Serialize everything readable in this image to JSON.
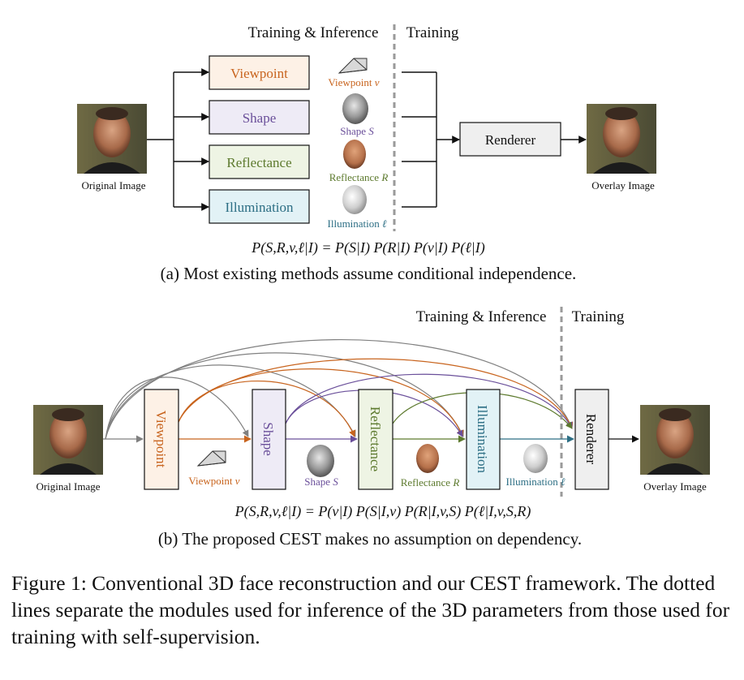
{
  "panel_a": {
    "header_left": "Training & Inference",
    "header_right": "Training",
    "input_label": "Original Image",
    "output_label": "Overlay Image",
    "modules": [
      "Viewpoint",
      "Shape",
      "Reflectance",
      "Illumination"
    ],
    "renderer": "Renderer",
    "param_names": [
      "Viewpoint",
      "Shape",
      "Reflectance",
      "Illumination"
    ],
    "param_symbols": [
      "v",
      "S",
      "R",
      "ℓ"
    ],
    "equation": "P(S,R,v,ℓ|I) = P(S|I) P(R|I) P(v|I) P(ℓ|I)",
    "subcaption": "(a) Most existing methods assume conditional independence."
  },
  "panel_b": {
    "header_left": "Training & Inference",
    "header_right": "Training",
    "input_label": "Original Image",
    "output_label": "Overlay Image",
    "modules": [
      "Viewpoint",
      "Shape",
      "Reflectance",
      "Illumination"
    ],
    "renderer": "Renderer",
    "param_names": [
      "Viewpoint",
      "Shape",
      "Reflectance",
      "Illumination"
    ],
    "param_symbols": [
      "v",
      "S",
      "R",
      "ℓ"
    ],
    "equation": "P(S,R,v,ℓ|I) = P(v|I) P(S|I,v) P(R|I,v,S) P(ℓ|I,v,S,R)",
    "subcaption": "(b) The proposed CEST makes no assumption on dependency."
  },
  "colors": {
    "viewpoint": "#c8641e",
    "shape": "#6a4f9a",
    "reflectance": "#5d7a2e",
    "illumination": "#2c6e84",
    "gray": "#808080",
    "viewpoint_fill": "#fdf1e6",
    "shape_fill": "#eeebf6",
    "reflectance_fill": "#eef4e4",
    "illumination_fill": "#e2f2f6",
    "renderer_fill": "#efefef"
  },
  "caption": "Figure 1: Conventional 3D face reconstruction and our CEST framework. The dotted lines separate the modules used for inference of the 3D parameters from those used for training with self-supervision."
}
